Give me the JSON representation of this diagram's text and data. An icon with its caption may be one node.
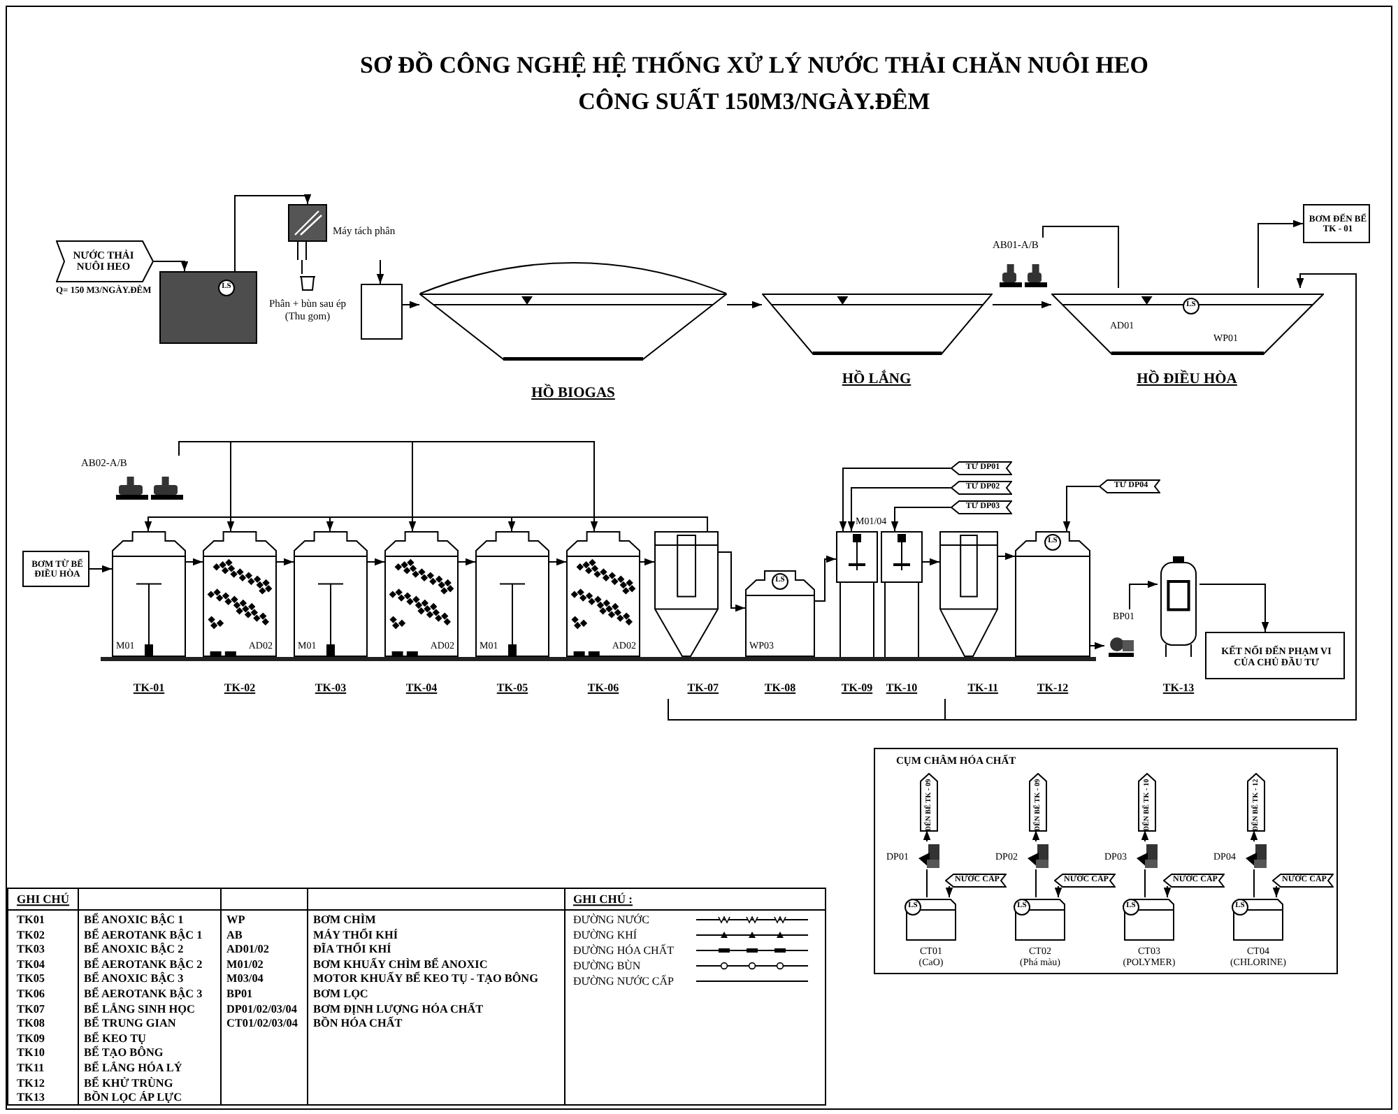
{
  "diagram": {
    "title": "SƠ ĐỒ CÔNG NGHỆ HỆ THỐNG XỬ LÝ NƯỚC THẢI CHĂN NUÔI HEO CÔNG SUẤT 150M3/NGÀY.ĐÊM",
    "nodes": [
      {
        "text": [
          "NƯỚC THẢI NUÔI HEO"
        ],
        "beside": [
          "Q= 150 M3/NGÀY.ĐÊM"
        ]
      },
      {
        "text": [
          "LS"
        ]
      },
      {
        "text": [
          "Máy tách phân"
        ]
      },
      {
        "text": [
          "Phân + bùn sau ép (Thu gom)"
        ]
      },
      {
        "text": [],
        "shape": "box"
      },
      {
        "text": [
          "HỒ BIOGAS"
        ]
      },
      {
        "text": [
          "HỒ LẮNG"
        ]
      },
      {
        "text": [
          "AB01-A/B"
        ]
      },
      {
        "text": [
          "LS",
          "AD01",
          "WP01",
          "HỒ ĐIỀU HÒA"
        ]
      },
      {
        "text": [
          "BƠM ĐẾN BỂ TK - 01"
        ]
      },
      {
        "text": [
          "AB02-A/B"
        ]
      },
      {
        "text": [
          "BƠM TỪ BỂ ĐIỀU HÒA"
        ]
      },
      {
        "text": [
          "M01",
          "TK-01"
        ]
      },
      {
        "text": [
          "AD02",
          "TK-02"
        ]
      },
      {
        "text": [
          "M01",
          "TK-03"
        ]
      },
      {
        "text": [
          "AD02",
          "TK-04"
        ]
      },
      {
        "text": [
          "M01",
          "TK-05"
        ]
      },
      {
        "text": [
          "AD02",
          "TK-06"
        ]
      },
      {
        "text": [
          "TK-07"
        ]
      },
      {
        "text": [
          "LS",
          "WP03",
          "TK-08"
        ]
      },
      {
        "text": [
          "TỪ DP01"
        ]
      },
      {
        "text": [
          "TỪ DP02"
        ]
      },
      {
        "text": [
          "TỪ DP03"
        ]
      },
      {
        "text": [
          "TK-09"
        ]
      },
      {
        "text": [
          "TK-10"
        ]
      },
      {
        "text": [
          "TK-11"
        ]
      },
      {
        "text": [
          "TỪ DP04"
        ]
      },
      {
        "text": [
          "LS",
          "TK-12"
        ]
      },
      {
        "text": [
          "BP01"
        ]
      },
      {
        "text": [
          "TK-13"
        ]
      },
      {
        "text": [
          "KẾT NỐI ĐẾN PHẠM VI CỦA CHỦ ĐẦU TƯ"
        ]
      },
      {
        "text": [
          "CỤM CHÂM HÓA CHẤT"
        ]
      },
      {
        "text": [
          "ĐẾN BỂ TK - 09"
        ],
        "in": 31
      },
      {
        "text": [
          "ĐẾN BỂ TK - 09"
        ],
        "in": 31
      },
      {
        "text": [
          "ĐẾN BỂ TK - 10"
        ],
        "in": 31
      },
      {
        "text": [
          "ĐẾN BỂ TK - 12"
        ],
        "in": 31
      },
      {
        "text": [
          "DP01"
        ],
        "in": 31
      },
      {
        "text": [
          "DP02"
        ],
        "in": 31
      },
      {
        "text": [
          "DP03"
        ],
        "in": 31
      },
      {
        "text": [
          "DP04"
        ],
        "in": 31
      },
      {
        "text": [
          "NƯỚC CẤP"
        ],
        "in": 31
      },
      {
        "text": [
          "NƯỚC CẤP"
        ],
        "in": 31
      },
      {
        "text": [
          "NƯỚC CẤP"
        ],
        "in": 31
      },
      {
        "text": [
          "NƯỚC CẤP"
        ],
        "in": 31
      },
      {
        "text": [
          "LS",
          "CT01 (CaO)"
        ],
        "in": 31
      },
      {
        "text": [
          "LS",
          "CT02 (Phá màu)"
        ],
        "in": 31
      },
      {
        "text": [
          "LS",
          "CT03 (POLYMER)"
        ],
        "in": 31
      },
      {
        "text": [
          "LS",
          "CT04 (CHLORINE)"
        ],
        "in": 31
      }
    ],
    "edges": [
      {
        "from": 0,
        "to": 1,
        "arrow": "to"
      },
      {
        "from": 1,
        "to": 2,
        "arrow": "to"
      },
      {
        "from": 2,
        "to": 3,
        "arrow": "none"
      },
      {
        "from": 2,
        "to": 4,
        "arrow": "to"
      },
      {
        "from": 4,
        "to": 5,
        "arrow": "to"
      },
      {
        "from": 5,
        "to": 6,
        "arrow": "to"
      },
      {
        "from": 6,
        "to": 8,
        "arrow": "to"
      },
      {
        "from": 7,
        "to": 8,
        "arrow": "none"
      },
      {
        "from": 8,
        "to": 9,
        "arrow": "to"
      },
      {
        "from": 11,
        "to": 12,
        "arrow": "to"
      },
      {
        "from": 12,
        "to": 13,
        "arrow": "to"
      },
      {
        "from": 13,
        "to": 14,
        "arrow": "to"
      },
      {
        "from": 14,
        "to": 15,
        "arrow": "to"
      },
      {
        "from": 15,
        "to": 16,
        "arrow": "to"
      },
      {
        "from": 16,
        "to": 17,
        "arrow": "to"
      },
      {
        "from": 17,
        "to": 18,
        "arrow": "to"
      },
      {
        "from": 18,
        "to": 19,
        "arrow": "to"
      },
      {
        "from": 19,
        "to": 23,
        "arrow": "to"
      },
      {
        "from": 24,
        "to": 25,
        "arrow": "to"
      },
      {
        "from": 25,
        "to": 27,
        "arrow": "to"
      },
      {
        "from": 27,
        "to": 28,
        "arrow": "to"
      },
      {
        "from": 28,
        "to": 29,
        "arrow": "to"
      },
      {
        "from": 29,
        "to": 30,
        "arrow": "to"
      },
      {
        "from": 10,
        "to": 13,
        "arrow": "to"
      },
      {
        "from": 10,
        "to": 15,
        "arrow": "to"
      },
      {
        "from": 10,
        "to": 17,
        "arrow": "to"
      },
      {
        "from": 18,
        "to": 12,
        "arrow": "to"
      },
      {
        "from": 18,
        "to": 14,
        "arrow": "to"
      },
      {
        "from": 18,
        "to": 16,
        "arrow": "to"
      },
      {
        "from": 18,
        "to": 8,
        "arrow": "to"
      },
      {
        "from": 25,
        "to": 8,
        "arrow": "to"
      },
      {
        "from": 20,
        "to": 23,
        "arrow": "to"
      },
      {
        "from": 21,
        "to": 23,
        "arrow": "to"
      },
      {
        "from": 22,
        "to": 24,
        "arrow": "to"
      },
      {
        "from": 26,
        "to": 27,
        "arrow": "to"
      },
      {
        "from": 40,
        "to": 44,
        "arrow": "to"
      },
      {
        "from": 44,
        "to": 36,
        "arrow": "none"
      },
      {
        "from": 36,
        "to": 32,
        "arrow": "to"
      },
      {
        "from": 41,
        "to": 45,
        "arrow": "to"
      },
      {
        "from": 45,
        "to": 37,
        "arrow": "none"
      },
      {
        "from": 37,
        "to": 33,
        "arrow": "to"
      },
      {
        "from": 42,
        "to": 46,
        "arrow": "to"
      },
      {
        "from": 46,
        "to": 38,
        "arrow": "none"
      },
      {
        "from": 38,
        "to": 34,
        "arrow": "to"
      },
      {
        "from": 43,
        "to": 47,
        "arrow": "to"
      },
      {
        "from": 47,
        "to": 39,
        "arrow": "none"
      },
      {
        "from": 39,
        "to": 35,
        "arrow": "to"
      }
    ],
    "labels": [
      "M01/04",
      "GHI CHÚ",
      "GHI CHÚ :",
      "TK01",
      "BỂ ANOXIC BẬC 1",
      "WP",
      "BƠM CHÌM",
      "TK02",
      "BỂ AEROTANK BẬC 1",
      "AB",
      "MÁY THỔI KHÍ",
      "TK03",
      "BỂ ANOXIC BẬC 2",
      "AD01/02",
      "ĐĨA THỔI KHÍ",
      "TK04",
      "BỂ AEROTANK BẬC 2",
      "M01/02",
      "BƠM KHUẤY CHÌM BỂ ANOXIC",
      "TK05",
      "BỂ ANOXIC BẬC 3",
      "M03/04",
      "MOTOR KHUẤY BỂ KEO TỤ - TẠO BÔNG",
      "TK06",
      "BỂ AEROTANK BẬC 3",
      "BP01",
      "BƠM LỌC",
      "TK07",
      "BỂ LẮNG SINH HỌC",
      "DP01/02/03/04",
      "BƠM ĐỊNH LƯỢNG HÓA CHẤT",
      "TK08",
      "BỂ TRUNG GIAN",
      "CT01/02/03/04",
      "BỒN HÓA CHẤT",
      "TK09",
      "BỂ KEO TỤ",
      "TK10",
      "BỂ TẠO BÔNG",
      "TK11",
      "BỂ LẮNG HÓA LÝ",
      "TK12",
      "BỂ KHỬ TRÙNG",
      "TK13",
      "BỒN LỌC ÁP LỰC"
    ],
    "legend": [
      {
        "text": "ĐƯỜNG NƯỚC"
      },
      {
        "text": "ĐƯỜNG KHÍ"
      },
      {
        "text": "ĐƯỜNG HÓA CHẤT"
      },
      {
        "text": "ĐƯỜNG BÙN"
      },
      {
        "text": "ĐƯỜNG NƯỚC CẤP"
      }
    ]
  }
}
